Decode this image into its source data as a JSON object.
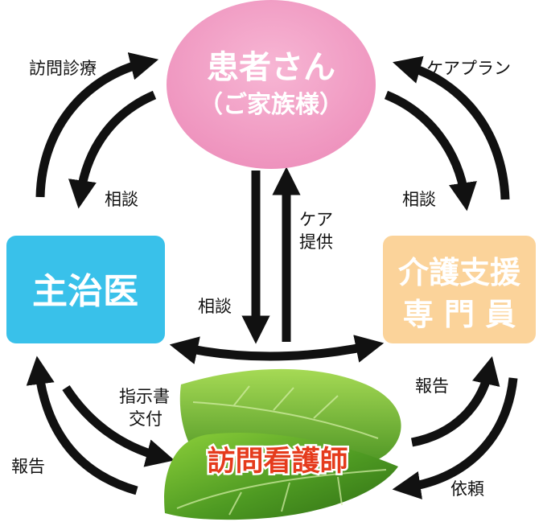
{
  "colors": {
    "arrow": "#111111",
    "patient_fill": "#f3a2c8",
    "doctor_fill": "#39c1ea",
    "care_manager_fill": "#fbd39a",
    "nurse_text": "#e53b1c",
    "leaf_green": "#5aa12a",
    "label_text": "#111111"
  },
  "nodes": {
    "patient": {
      "line1": "患者さん",
      "line2": "（ご家族様）"
    },
    "doctor": {
      "label": "主治医"
    },
    "care_manager": {
      "line1": "介護支援",
      "line2": "専 門 員"
    },
    "nurse": {
      "label": "訪問看護師"
    }
  },
  "edges": {
    "home_visit": "訪問診療",
    "consult_doctor": "相談",
    "care_plan": "ケアプラン",
    "consult_care_manager": "相談",
    "care_provision_line1": "ケア",
    "care_provision_line2": "提供",
    "consult_nurse": "相談",
    "instruction_line1": "指示書",
    "instruction_line2": "交付",
    "report_to_doctor": "報告",
    "report_to_care_manager": "報告",
    "request": "依頼"
  }
}
